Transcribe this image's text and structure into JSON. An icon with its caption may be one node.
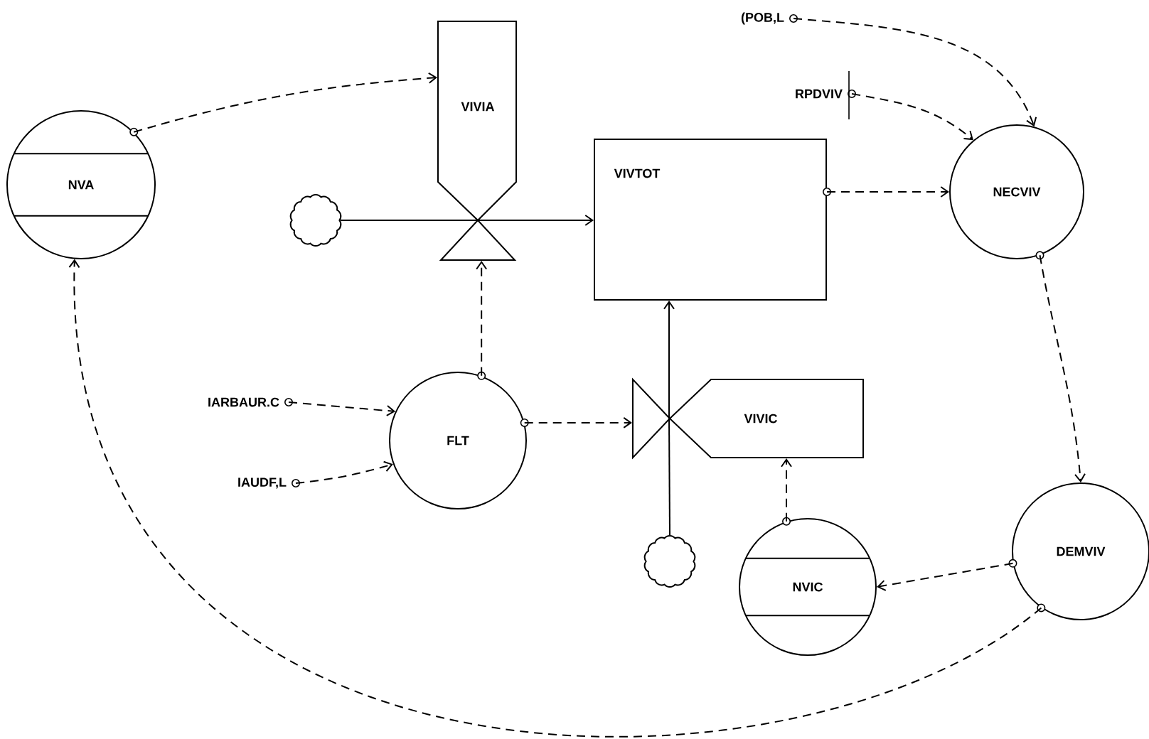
{
  "diagram": {
    "nodes": [
      {
        "text": [
          "NVA"
        ]
      },
      {
        "text": [
          "VIVIA"
        ]
      },
      {
        "text": [],
        "shape": "cloud"
      },
      {
        "text": [
          "VIVTOT"
        ]
      },
      {
        "text": [
          "NECVIV"
        ]
      },
      {
        "text": [
          "(POB,L"
        ]
      },
      {
        "text": [
          "RPDVIV"
        ]
      },
      {
        "text": [
          "FLT"
        ]
      },
      {
        "text": [
          "IARBAUR.C"
        ]
      },
      {
        "text": [
          "IAUDF,L"
        ]
      },
      {
        "text": [
          "VIVIC"
        ]
      },
      {
        "text": [],
        "shape": "cloud"
      },
      {
        "text": [
          "NVIC"
        ]
      },
      {
        "text": [
          "DEMVIV"
        ]
      }
    ],
    "edges": [
      {
        "from": 0,
        "to": 1,
        "arrow": "to",
        "style": "dashed"
      },
      {
        "from": 2,
        "to": 1,
        "arrow": "none"
      },
      {
        "from": 1,
        "to": 3,
        "arrow": "to"
      },
      {
        "from": 3,
        "to": 4,
        "arrow": "to",
        "style": "dashed"
      },
      {
        "from": 5,
        "to": 4,
        "arrow": "to",
        "style": "dashed"
      },
      {
        "from": 6,
        "to": 4,
        "arrow": "to",
        "style": "dashed"
      },
      {
        "from": 4,
        "to": 13,
        "arrow": "to",
        "style": "dashed"
      },
      {
        "from": 7,
        "to": 1,
        "arrow": "to",
        "style": "dashed"
      },
      {
        "from": 8,
        "to": 7,
        "arrow": "to",
        "style": "dashed"
      },
      {
        "from": 9,
        "to": 7,
        "arrow": "to",
        "style": "dashed"
      },
      {
        "from": 7,
        "to": 10,
        "arrow": "to",
        "style": "dashed"
      },
      {
        "from": 11,
        "to": 10,
        "arrow": "none"
      },
      {
        "from": 10,
        "to": 3,
        "arrow": "to"
      },
      {
        "from": 12,
        "to": 10,
        "arrow": "to",
        "style": "dashed"
      },
      {
        "from": 13,
        "to": 12,
        "arrow": "to",
        "style": "dashed"
      },
      {
        "from": 13,
        "to": 0,
        "arrow": "to",
        "style": "dashed"
      }
    ]
  }
}
